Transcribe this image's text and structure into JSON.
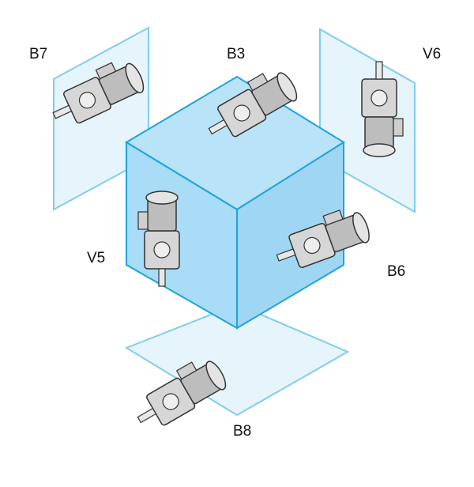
{
  "title": "Mounting positions",
  "positions": [
    {
      "id": "B7",
      "label": "B7"
    },
    {
      "id": "B3",
      "label": "B3"
    },
    {
      "id": "V6",
      "label": "V6"
    },
    {
      "id": "V5",
      "label": "V5"
    },
    {
      "id": "B6",
      "label": "B6"
    },
    {
      "id": "B8",
      "label": "B8"
    }
  ],
  "colors": {
    "cube_fill": "#a9dcf6",
    "cube_edge": "#1ea3dd",
    "plane_fill": "#e6f4fc",
    "plane_edge": "#7fcdee",
    "motor": "#9a9a9a"
  }
}
